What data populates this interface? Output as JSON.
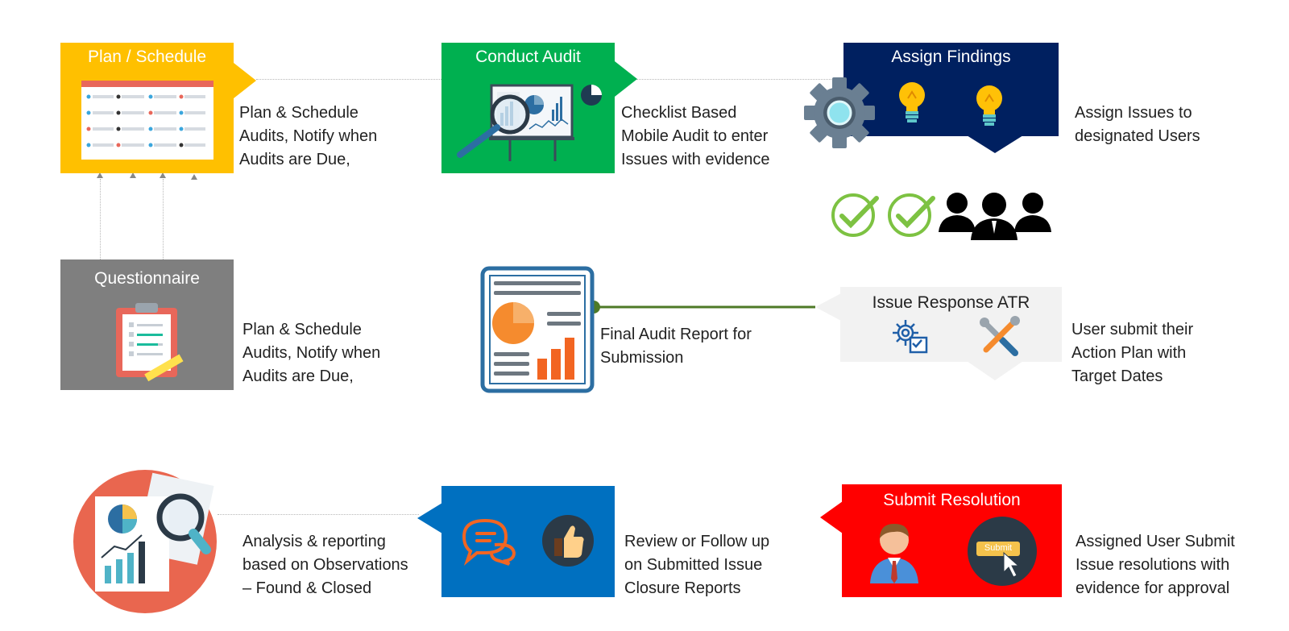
{
  "steps": {
    "plan_schedule": {
      "title": "Plan / Schedule",
      "desc": [
        "Plan & Schedule",
        "Audits, Notify when",
        "Audits are Due,"
      ],
      "color": "#FFC000"
    },
    "conduct_audit": {
      "title": "Conduct Audit",
      "desc": [
        "Checklist Based",
        "Mobile Audit to enter",
        "Issues with evidence"
      ],
      "color": "#00B050"
    },
    "assign_findings": {
      "title": "Assign Findings",
      "desc": [
        "Assign Issues to",
        "designated Users"
      ],
      "color": "#002060"
    },
    "questionnaire": {
      "title": "Questionnaire",
      "desc": [
        "Plan & Schedule",
        "Audits, Notify when",
        "Audits are Due,"
      ],
      "color": "#7F7F7F"
    },
    "final_report": {
      "desc": [
        "Final Audit Report for",
        "Submission"
      ]
    },
    "issue_response": {
      "title": "Issue Response ATR",
      "desc": [
        "User submit their",
        "Action Plan with",
        "Target Dates"
      ],
      "color": "#F2F2F2"
    },
    "analysis": {
      "desc": [
        "Analysis & reporting",
        "based on Observations",
        "– Found & Closed"
      ]
    },
    "review": {
      "desc": [
        "Review or Follow up",
        "on Submitted Issue",
        "Closure Reports"
      ],
      "color": "#0070C0"
    },
    "submit_resolution": {
      "title": "Submit Resolution",
      "desc": [
        "Assigned User Submit",
        "Issue resolutions with",
        "evidence for approval"
      ],
      "color": "#FF0000",
      "button_label": "Submit"
    }
  }
}
